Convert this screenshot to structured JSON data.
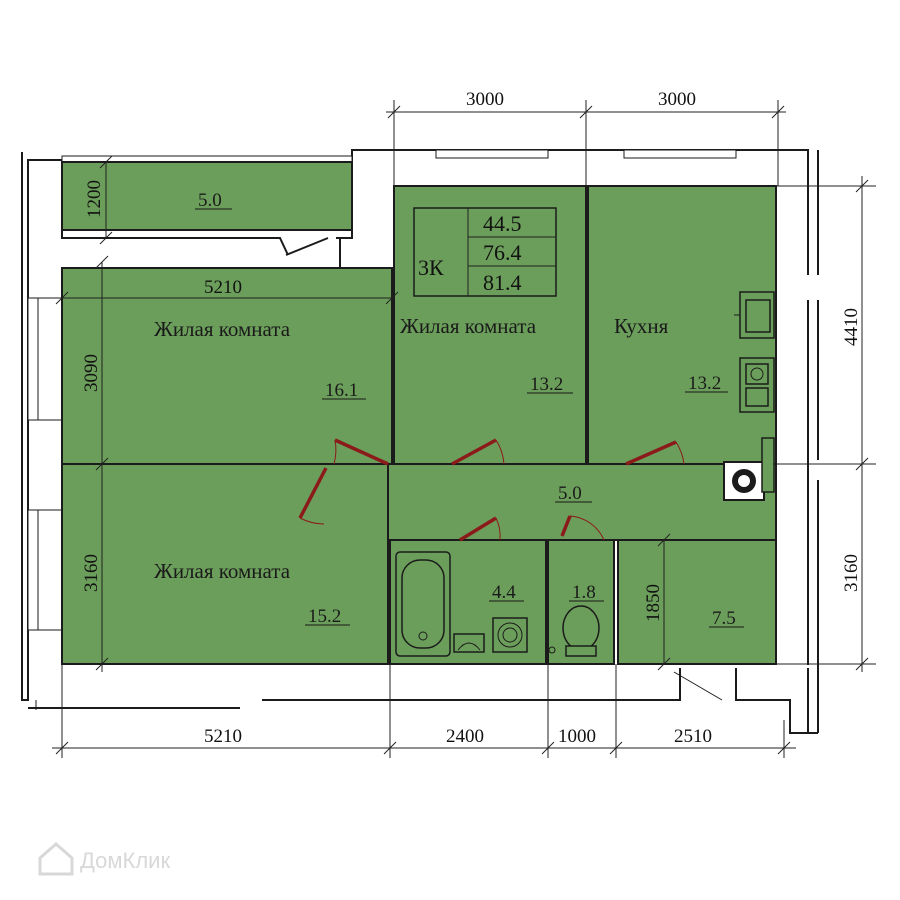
{
  "summary": {
    "type": "3К",
    "living_area": "44.5",
    "total_area": "76.4",
    "area_with_balcony": "81.4"
  },
  "rooms": {
    "balcony": {
      "area": "5.0"
    },
    "living1": {
      "name": "Жилая комната",
      "area": "16.1"
    },
    "living2": {
      "name": "Жилая комната",
      "area": "13.2"
    },
    "kitchen": {
      "name": "Кухня",
      "area": "13.2"
    },
    "corridor": {
      "area": "5.0"
    },
    "living3": {
      "name": "Жилая комната",
      "area": "15.2"
    },
    "bathroom": {
      "area": "4.4"
    },
    "toilet": {
      "area": "1.8"
    },
    "hall": {
      "area": "7.5"
    }
  },
  "dimensions": {
    "top_left": "3000",
    "top_right": "3000",
    "balcony_depth": "1200",
    "room1_width": "5210",
    "room1_depth": "3090",
    "room3_depth": "3160",
    "right_upper": "4410",
    "right_lower": "3160",
    "bottom_1": "5210",
    "bottom_2": "2400",
    "bottom_3": "1000",
    "bottom_4": "2510",
    "hall_depth": "1850"
  },
  "watermark": {
    "text": "ДомКлик",
    "icon": "home-icon"
  },
  "colors": {
    "floor": "#6b9e5a",
    "door": "#8b1a1a",
    "line": "#1b1b1b"
  }
}
